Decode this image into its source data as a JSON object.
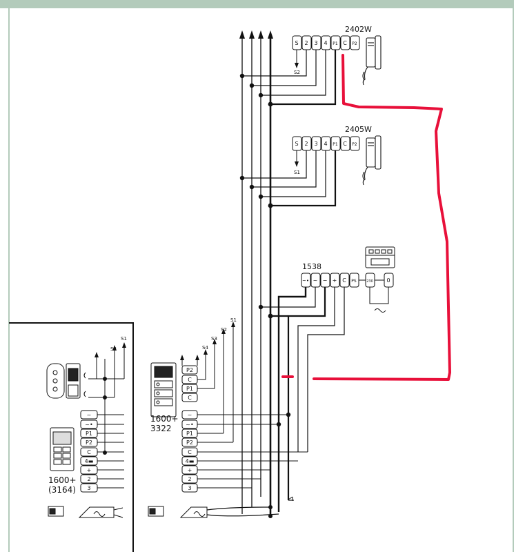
{
  "handsets": {
    "h1": {
      "label": "2402W",
      "terms": [
        "S",
        "2",
        "3",
        "4",
        "P1",
        "C",
        "P2"
      ],
      "arrow": "S2"
    },
    "h2": {
      "label": "2405W",
      "terms": [
        "S",
        "2",
        "3",
        "4",
        "P1",
        "C",
        "P2"
      ],
      "arrow": "S1"
    }
  },
  "psu": {
    "label": "1538",
    "terms": [
      "~•",
      "~",
      "−",
      "+",
      "C",
      "PS",
      "230",
      "0"
    ]
  },
  "panel_a": {
    "label_line1": "1600+",
    "label_line2": "(3164)",
    "terms": [
      "~",
      "~•",
      "P1",
      "P2",
      "C",
      "4▬",
      "+",
      "2",
      "3"
    ],
    "outs": [
      "S2",
      "S1"
    ]
  },
  "panel_b": {
    "label_line1": "1600+",
    "label_line2": "3322",
    "top_terms": [
      "P2",
      "C",
      "P1",
      "C"
    ],
    "terms": [
      "~",
      "~•",
      "P1",
      "P2",
      "C",
      "4▬",
      "+",
      "2",
      "3"
    ],
    "outs": [
      "S4",
      "S3",
      "S2",
      "S1"
    ]
  },
  "colors": {
    "line": "#111111",
    "annotation": "#e8103a",
    "frame": "#b3cbbb"
  }
}
